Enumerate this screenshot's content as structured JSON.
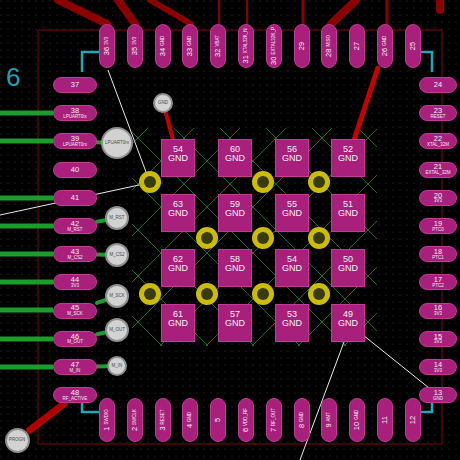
{
  "diagram": {
    "nodes": [
      {
        "text": [
          "36",
          "3V3"
        ]
      },
      {
        "text": [
          "35",
          "3V3"
        ]
      },
      {
        "text": [
          "34",
          "GND"
        ]
      },
      {
        "text": [
          "33",
          "GND"
        ]
      },
      {
        "text": [
          "32",
          "VBAT"
        ]
      },
      {
        "text": [
          "31",
          "XTAL32K_N"
        ]
      },
      {
        "text": [
          "30",
          "EXTAL32K_P"
        ]
      },
      {
        "text": [
          "29"
        ]
      },
      {
        "text": [
          "28",
          "MISO"
        ]
      },
      {
        "text": [
          "27"
        ]
      },
      {
        "text": [
          "26",
          "GND"
        ]
      },
      {
        "text": [
          "25"
        ]
      },
      {
        "text": [
          "37"
        ]
      },
      {
        "text": [
          "38",
          "LPUART0tx"
        ]
      },
      {
        "text": [
          "39",
          "LPUART0rx"
        ]
      },
      {
        "text": [
          "40"
        ]
      },
      {
        "text": [
          "41"
        ]
      },
      {
        "text": [
          "42",
          "M_RST"
        ]
      },
      {
        "text": [
          "43",
          "M_CS2"
        ]
      },
      {
        "text": [
          "44",
          "3V3"
        ]
      },
      {
        "text": [
          "45",
          "M_SCK"
        ]
      },
      {
        "text": [
          "46",
          "M_OUT"
        ]
      },
      {
        "text": [
          "47",
          "M_IN"
        ]
      },
      {
        "text": [
          "48",
          "RF_ACTIVE"
        ]
      },
      {
        "text": [
          "54",
          "GND"
        ]
      },
      {
        "text": [
          "60",
          "GND"
        ]
      },
      {
        "text": [
          "56",
          "GND"
        ]
      },
      {
        "text": [
          "52",
          "GND"
        ]
      },
      {
        "text": [
          "63",
          "GND"
        ]
      },
      {
        "text": [
          "59",
          "GND"
        ]
      },
      {
        "text": [
          "55",
          "GND"
        ]
      },
      {
        "text": [
          "51",
          "GND"
        ]
      },
      {
        "text": [
          "62",
          "GND"
        ]
      },
      {
        "text": [
          "58",
          "GND"
        ]
      },
      {
        "text": [
          "54",
          "GND"
        ]
      },
      {
        "text": [
          "50",
          "GND"
        ]
      },
      {
        "text": [
          "61",
          "GND"
        ]
      },
      {
        "text": [
          "57",
          "GND"
        ]
      },
      {
        "text": [
          "53",
          "GND"
        ]
      },
      {
        "text": [
          "49",
          "GND"
        ]
      },
      {
        "text": [
          "GND"
        ]
      },
      {
        "text": [
          "LPUART0rx"
        ]
      },
      {
        "text": [
          "M_RST"
        ]
      },
      {
        "text": [
          "M_CS2"
        ]
      },
      {
        "text": [
          "M_SCK"
        ]
      },
      {
        "text": [
          "M_OUT"
        ]
      },
      {
        "text": [
          "M_IN"
        ]
      },
      {
        "text": [
          "PROGN"
        ]
      },
      {
        "text": [
          "24"
        ]
      },
      {
        "text": [
          "23",
          "RESET"
        ]
      },
      {
        "text": [
          "22",
          "XTAL_32M"
        ]
      },
      {
        "text": [
          "21",
          "EXTAL_32M"
        ]
      },
      {
        "text": [
          "20",
          "3V3"
        ]
      },
      {
        "text": [
          "19",
          "PTC0"
        ]
      },
      {
        "text": [
          "18",
          "PTC1"
        ]
      },
      {
        "text": [
          "17",
          "PTC2"
        ]
      },
      {
        "text": [
          "16",
          "3V3"
        ]
      },
      {
        "text": [
          "15",
          "3V3"
        ]
      },
      {
        "text": [
          "14",
          "3V3"
        ]
      },
      {
        "text": [
          "13",
          "GND"
        ]
      },
      {
        "text": [
          "1",
          "SWDIO"
        ]
      },
      {
        "text": [
          "2",
          "SWCLK"
        ]
      },
      {
        "text": [
          "3",
          "RESET"
        ]
      },
      {
        "text": [
          "4",
          "GND"
        ]
      },
      {
        "text": [
          "5"
        ]
      },
      {
        "text": [
          "6",
          "VDD_RF"
        ]
      },
      {
        "text": [
          "7",
          "RF_OUT"
        ]
      },
      {
        "text": [
          "8",
          "GND"
        ]
      },
      {
        "text": [
          "9",
          "ANT"
        ]
      },
      {
        "text": [
          "10",
          "GND"
        ]
      },
      {
        "text": [
          "11"
        ]
      },
      {
        "text": [
          "12"
        ]
      }
    ],
    "edges": [
      {
        "from": 27,
        "to": 10,
        "arrow": "none"
      },
      {
        "from": 24,
        "to": 40,
        "arrow": "none"
      },
      {
        "from": 14,
        "to": 41,
        "arrow": "none"
      },
      {
        "from": 17,
        "to": 42,
        "arrow": "none"
      },
      {
        "from": 18,
        "to": 43,
        "arrow": "none"
      },
      {
        "from": 20,
        "to": 44,
        "arrow": "none"
      },
      {
        "from": 21,
        "to": 45,
        "arrow": "none"
      },
      {
        "from": 22,
        "to": 46,
        "arrow": "none"
      },
      {
        "from": 23,
        "to": 47,
        "arrow": "none"
      },
      {
        "from": 39,
        "to": 59,
        "arrow": "none"
      }
    ],
    "labels": [
      "6"
    ]
  }
}
